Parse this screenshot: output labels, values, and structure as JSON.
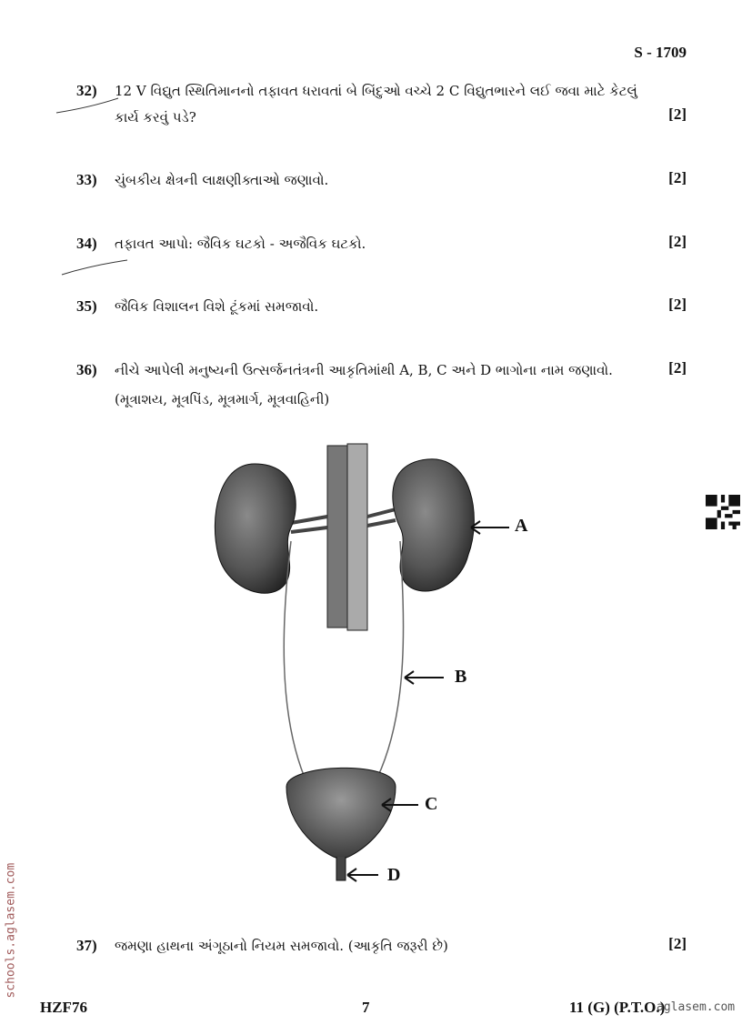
{
  "header": {
    "paper_code": "S - 1709"
  },
  "questions": [
    {
      "number": "32)",
      "text": "12 V વિદ્યુત સ્થિતિમાનનો તફાવત ધરાવતાં બે બિંદુઓ વચ્ચે 2 C વિદ્યુતભારને લઈ જવા માટે કેટલું",
      "text2": "કાર્ય કરવું પડે?",
      "marks": "[2]"
    },
    {
      "number": "33)",
      "text": "ચુંબકીય ક્ષેત્રની લાક્ષણીક્તાઓ જણાવો.",
      "marks": "[2]"
    },
    {
      "number": "34)",
      "text": "તફાવત આપો: જૈવિક ઘટકો - અજૈવિક ઘટકો.",
      "marks": "[2]"
    },
    {
      "number": "35)",
      "text": "જૈવિક વિશાલન વિશે ટૂંકમાં સમજાવો.",
      "marks": "[2]"
    },
    {
      "number": "36)",
      "text": "નીચે આપેલી મનુષ્યની ઉત્સર્જનતંત્રની આકૃતિમાંથી A, B, C અને D ભાગોના નામ જણાવો.",
      "text2": "(મૂત્રાશય, મૂત્રપિંડ, મૂત્રમાર્ગ, મૂત્રવાહિની)",
      "marks": "[2]"
    },
    {
      "number": "37)",
      "text": "જમણા હાથના અંગૂઠાનો નિયમ સમજાવો. (આકૃતિ જરૂરી છે)",
      "marks": "[2]"
    }
  ],
  "diagram": {
    "labels": [
      "A",
      "B",
      "C",
      "D"
    ]
  },
  "footer": {
    "code": "HZF76",
    "page": "7",
    "right": "11 (G)  (P.T.O.)"
  },
  "watermarks": {
    "side": "schools.aglasem.com",
    "corner": "aglasem.com"
  }
}
